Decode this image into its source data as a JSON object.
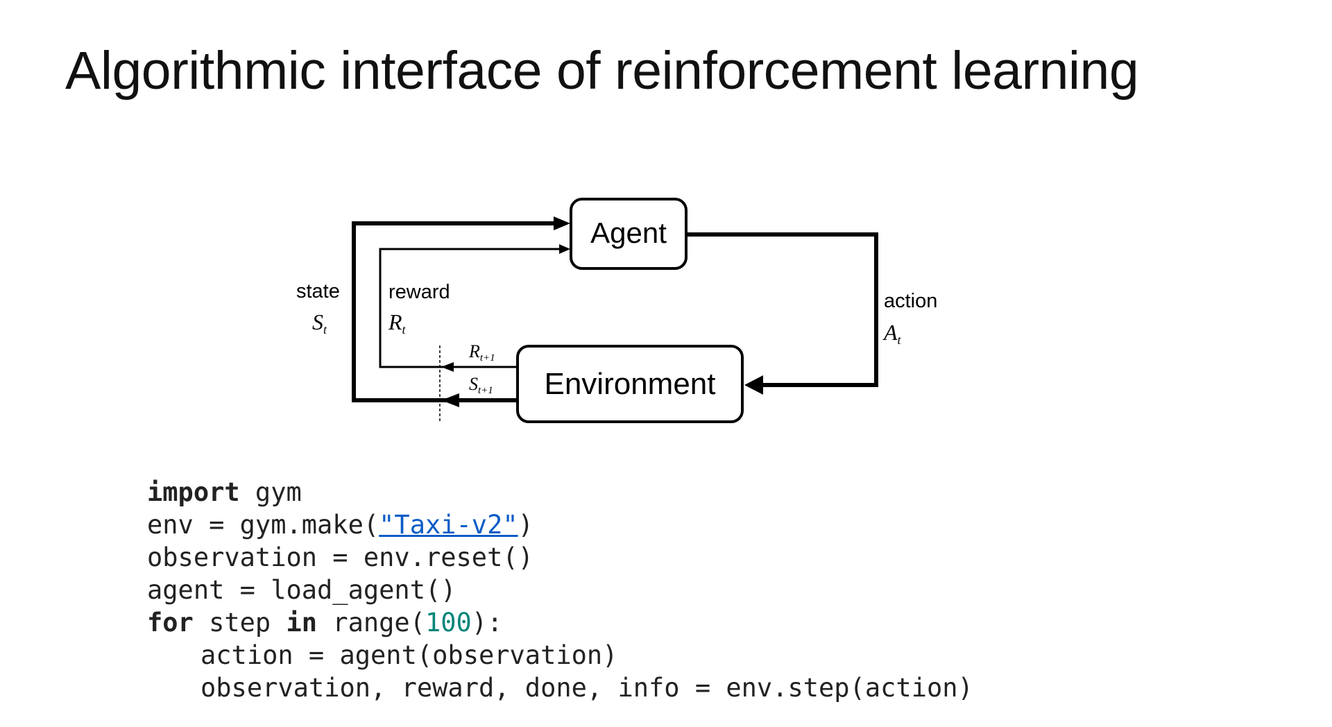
{
  "title": "Algorithmic interface of reinforcement learning",
  "diagram": {
    "agent_label": "Agent",
    "environment_label": "Environment",
    "state_label": "state",
    "state_symbol": "S",
    "state_sub": "t",
    "reward_label": "reward",
    "reward_symbol": "R",
    "reward_sub": "t",
    "action_label": "action",
    "action_symbol": "A",
    "action_sub": "t",
    "next_reward_symbol": "R",
    "next_reward_sub": "t+1",
    "next_state_symbol": "S",
    "next_state_sub": "t+1"
  },
  "code": {
    "line1": {
      "kw": "import",
      "rest": " gym"
    },
    "line2": {
      "pre": "env = gym.make(",
      "str": "\"Taxi-v2\"",
      "post": ")"
    },
    "line3": "observation = env.reset()",
    "line4": "agent = load_agent()",
    "line5": {
      "kw1": "for",
      "mid1": " step ",
      "kw2": "in",
      "mid2": " range(",
      "num": "100",
      "post": "):"
    },
    "line6": "action = agent(observation)",
    "line7": "observation, reward, done, info = env.step(action)"
  },
  "colors": {
    "string": "#0b5cc7",
    "number": "#00857a",
    "text": "#222222"
  }
}
